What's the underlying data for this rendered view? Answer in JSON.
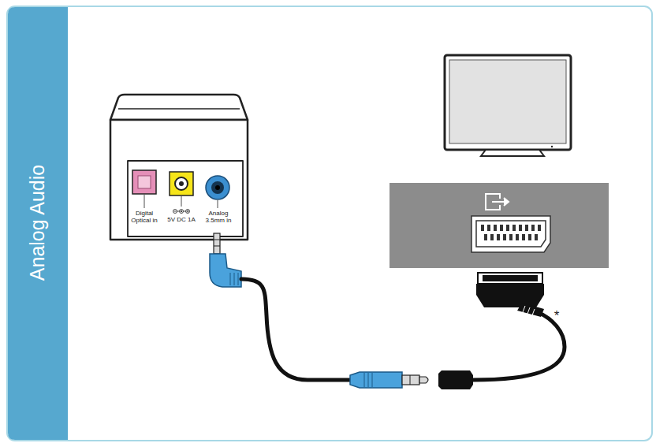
{
  "diagram": {
    "title": "Analog Audio",
    "labels": [
      "Digital Optical in",
      "5V DC 1A",
      "Analog 3.5mm in",
      "*"
    ]
  }
}
